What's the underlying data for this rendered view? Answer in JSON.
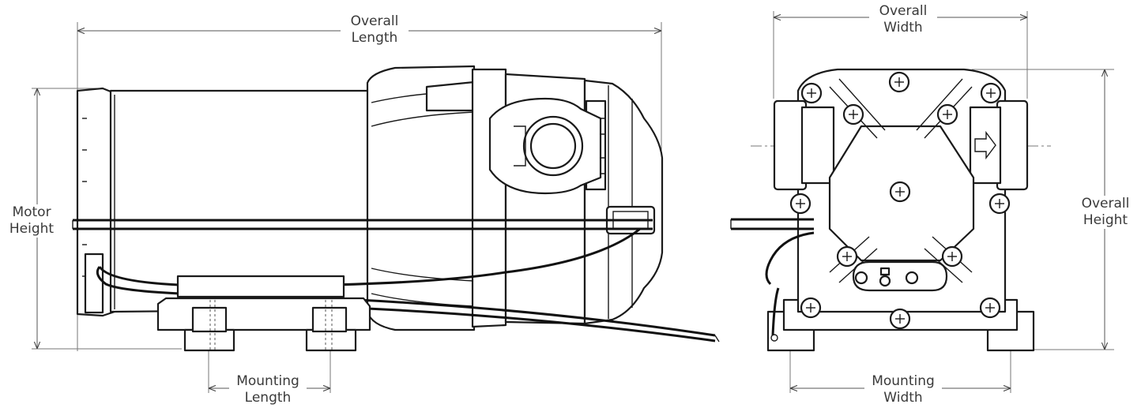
{
  "labels": {
    "side_overall_length": [
      "Overall",
      "Length"
    ],
    "motor_height": [
      "Motor",
      "Height"
    ],
    "mounting_length": [
      "Mounting",
      "Length"
    ],
    "front_overall_width": [
      "Overall",
      "Width"
    ],
    "front_overall_height": [
      "Overall",
      "Height"
    ],
    "mounting_width": [
      "Mounting",
      "Width"
    ]
  },
  "colors": {
    "ink": "#1a1a1a",
    "dimension": "#555555",
    "text": "#3a3a3a",
    "background": "#ffffff"
  }
}
